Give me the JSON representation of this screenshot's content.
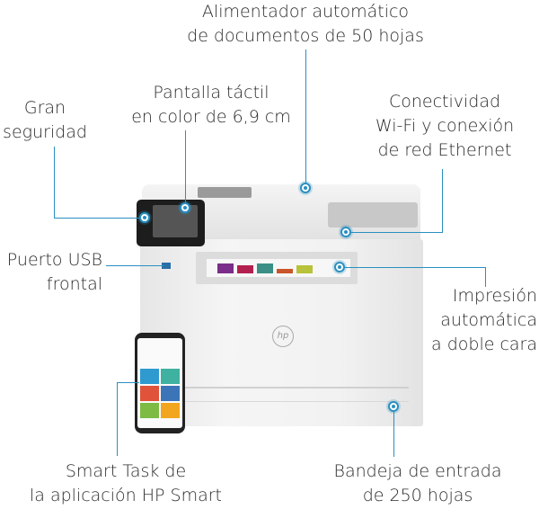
{
  "callouts": {
    "adf": [
      "Alimentador automático",
      "de documentos de 50 hojas"
    ],
    "screen": [
      "Pantalla táctil",
      "en color de 6,9 cm"
    ],
    "security": [
      "Gran",
      "seguridad"
    ],
    "connectivity": [
      "Conectividad",
      "Wi-Fi y conexión",
      "de red Ethernet"
    ],
    "usb": [
      "Puerto USB",
      "frontal"
    ],
    "duplex": [
      "Impresión",
      "automática",
      "a doble cara"
    ],
    "app": [
      "Smart Task de",
      "la aplicación HP Smart"
    ],
    "tray": [
      "Bandeja de entrada",
      "de 250 hojas"
    ]
  },
  "brand_logo": "hp",
  "colors": {
    "accent": "#2a8fc0",
    "printer": "#ececec",
    "screen": "#1a1a1a"
  },
  "phone_tiles": [
    "#2e9ad0",
    "#3fb1a0",
    "#e0533a",
    "#3c74b8",
    "#7dbb45",
    "#f2a51f"
  ]
}
